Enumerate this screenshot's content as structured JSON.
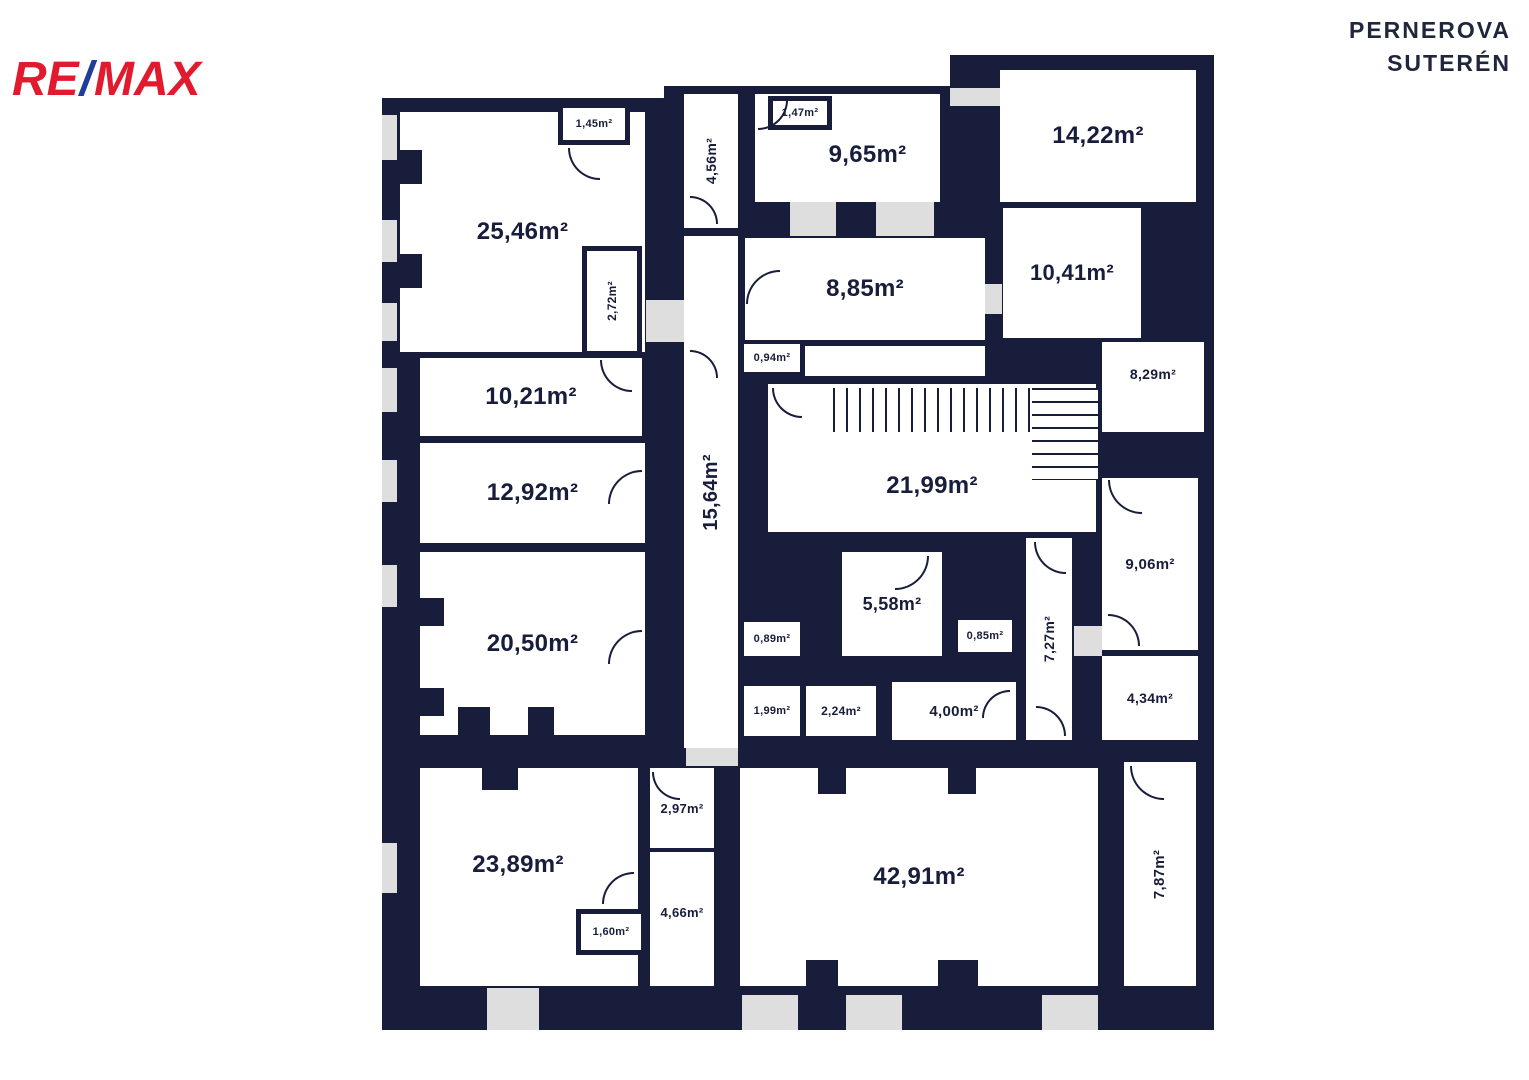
{
  "brand": {
    "re": "RE",
    "slash": "/",
    "max": "MAX"
  },
  "title": {
    "line1": "PERNEROVA",
    "line2": "SUTERÉN"
  },
  "colors": {
    "wall": "#171d3a",
    "room": "#ffffff",
    "opening": "#dedede",
    "logo_red": "#e11b2d",
    "logo_blue": "#1f3d99"
  },
  "rooms": [
    {
      "name": "room-25-46",
      "label": "25,46m²"
    },
    {
      "name": "room-1-45",
      "label": "1,45m²"
    },
    {
      "name": "room-2-72",
      "label": "2,72m²"
    },
    {
      "name": "room-10-21",
      "label": "10,21m²"
    },
    {
      "name": "room-12-92",
      "label": "12,92m²"
    },
    {
      "name": "room-20-50",
      "label": "20,50m²"
    },
    {
      "name": "room-23-89",
      "label": "23,89m²"
    },
    {
      "name": "room-1-60",
      "label": "1,60m²"
    },
    {
      "name": "room-2-97",
      "label": "2,97m²"
    },
    {
      "name": "room-4-66",
      "label": "4,66m²"
    },
    {
      "name": "room-4-56",
      "label": "4,56m²"
    },
    {
      "name": "corridor-15-64",
      "label": "15,64m²"
    },
    {
      "name": "room-0-94",
      "label": "0,94m²"
    },
    {
      "name": "room-1-47",
      "label": "1,47m²"
    },
    {
      "name": "room-9-65",
      "label": "9,65m²"
    },
    {
      "name": "room-8-85",
      "label": "8,85m²"
    },
    {
      "name": "room-14-22",
      "label": "14,22m²"
    },
    {
      "name": "room-10-41",
      "label": "10,41m²"
    },
    {
      "name": "room-8-29",
      "label": "8,29m²"
    },
    {
      "name": "room-21-99",
      "label": "21,99m²"
    },
    {
      "name": "room-9-06",
      "label": "9,06m²"
    },
    {
      "name": "room-5-58",
      "label": "5,58m²"
    },
    {
      "name": "room-0-89",
      "label": "0,89m²"
    },
    {
      "name": "room-0-85",
      "label": "0,85m²"
    },
    {
      "name": "corridor-7-27",
      "label": "7,27m²"
    },
    {
      "name": "room-1-99",
      "label": "1,99m²"
    },
    {
      "name": "room-2-24",
      "label": "2,24m²"
    },
    {
      "name": "room-4-00",
      "label": "4,00m²"
    },
    {
      "name": "room-4-34",
      "label": "4,34m²"
    },
    {
      "name": "room-42-91",
      "label": "42,91m²"
    },
    {
      "name": "room-7-87",
      "label": "7,87m²"
    }
  ]
}
